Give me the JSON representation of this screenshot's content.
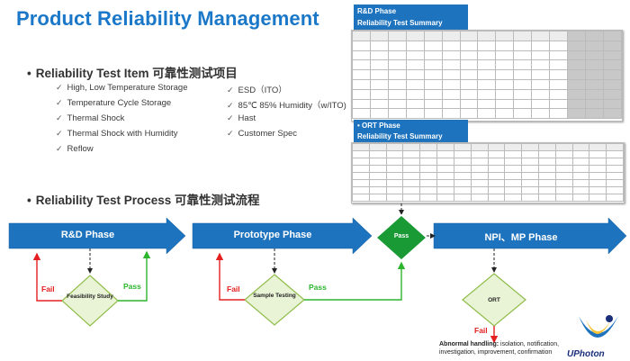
{
  "slide": {
    "title": "Product Reliability Management"
  },
  "test_items": {
    "heading": "Reliability Test Item 可靠性测试项目",
    "left": [
      "High, Low Temperature Storage",
      "Temperature Cycle Storage",
      "Thermal Shock",
      "Thermal Shock with Humidity",
      "Reflow"
    ],
    "right": [
      "ESD（ITO）",
      "85℃ 85% Humidity（w/ITO)",
      "Hast",
      "Customer Spec"
    ]
  },
  "process": {
    "heading": "Reliability Test Process 可靠性测试流程",
    "phases": [
      "R&D Phase",
      "Prototype Phase",
      "NPI、MP Phase"
    ],
    "decisions": [
      "Feasibility Study",
      "Sample Testing",
      "Pass",
      "ORT"
    ],
    "fail_label": "Fail",
    "pass_label": "Pass"
  },
  "rnd_summary": {
    "line1": "R&D Phase",
    "line2": "Reliability Test Summary"
  },
  "ort_summary": {
    "line1": "ORT Phase",
    "line2": "Reliability Test Summary"
  },
  "abnormal": {
    "label": "Abnormal handling:",
    "text": " isolation, notification, investigation, improvement, confirmation"
  },
  "brand": {
    "name": "UPhoton"
  },
  "colors": {
    "title": "#1b78c9",
    "arrow": "#1e73be",
    "fail": "#e42020",
    "pass": "#2db52d",
    "diamond": "#e9f3d6",
    "diamond_stroke": "#8fbd4a",
    "pass_diamond": "#1a9a34"
  }
}
